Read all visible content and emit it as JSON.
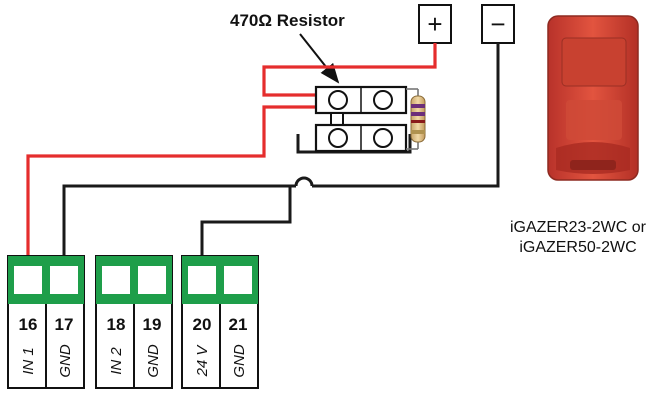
{
  "resistor_label": "470Ω Resistor",
  "sensor": {
    "model_line1": "iGAZER23-2WC or",
    "model_line2": "iGAZER50-2WC"
  },
  "power_terminals": {
    "plus": "+",
    "minus": "−"
  },
  "terminal_blocks": [
    {
      "terminals": [
        {
          "number": "16",
          "label": "IN 1"
        },
        {
          "number": "17",
          "label": "GND"
        }
      ]
    },
    {
      "terminals": [
        {
          "number": "18",
          "label": "IN 2"
        },
        {
          "number": "19",
          "label": "GND"
        }
      ]
    },
    {
      "terminals": [
        {
          "number": "20",
          "label": "24 V"
        },
        {
          "number": "21",
          "label": "GND"
        }
      ]
    }
  ],
  "colors": {
    "wire_red": "#e52d2d",
    "wire_black": "#1a1a1a",
    "terminal_green": "#1e9e4a",
    "sensor_red": "#d9432f"
  }
}
